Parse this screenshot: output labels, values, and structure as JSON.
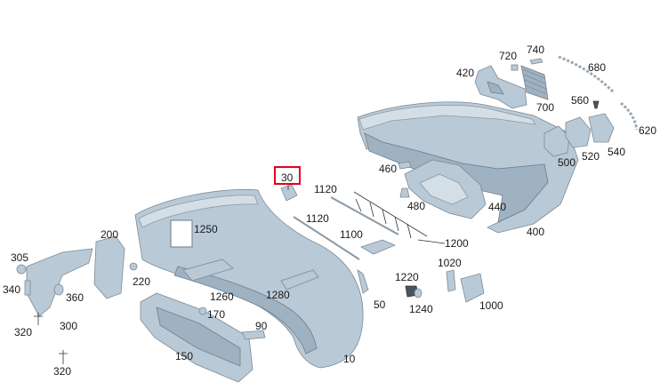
{
  "diagram": {
    "selected_part": "30",
    "labels": {
      "p10": "10",
      "p30": "30",
      "p50": "50",
      "p90": "90",
      "p150": "150",
      "p170": "170",
      "p200": "200",
      "p220": "220",
      "p300": "300",
      "p305": "305",
      "p320a": "320",
      "p320b": "320",
      "p340": "340",
      "p360": "360",
      "p400": "400",
      "p420": "420",
      "p440": "440",
      "p460": "460",
      "p480": "480",
      "p500": "500",
      "p520": "520",
      "p540": "540",
      "p560": "560",
      "p620": "620",
      "p680": "680",
      "p700": "700",
      "p720": "720",
      "p740": "740",
      "p1000": "1000",
      "p1020": "1020",
      "p1100": "1100",
      "p1120a": "1120",
      "p1120b": "1120",
      "p1200": "1200",
      "p1220": "1220",
      "p1240": "1240",
      "p1250": "1250",
      "p1260": "1260",
      "p1280": "1280"
    },
    "colors": {
      "part_fill": "#b9c9d6",
      "highlight": "#e3001b"
    }
  }
}
